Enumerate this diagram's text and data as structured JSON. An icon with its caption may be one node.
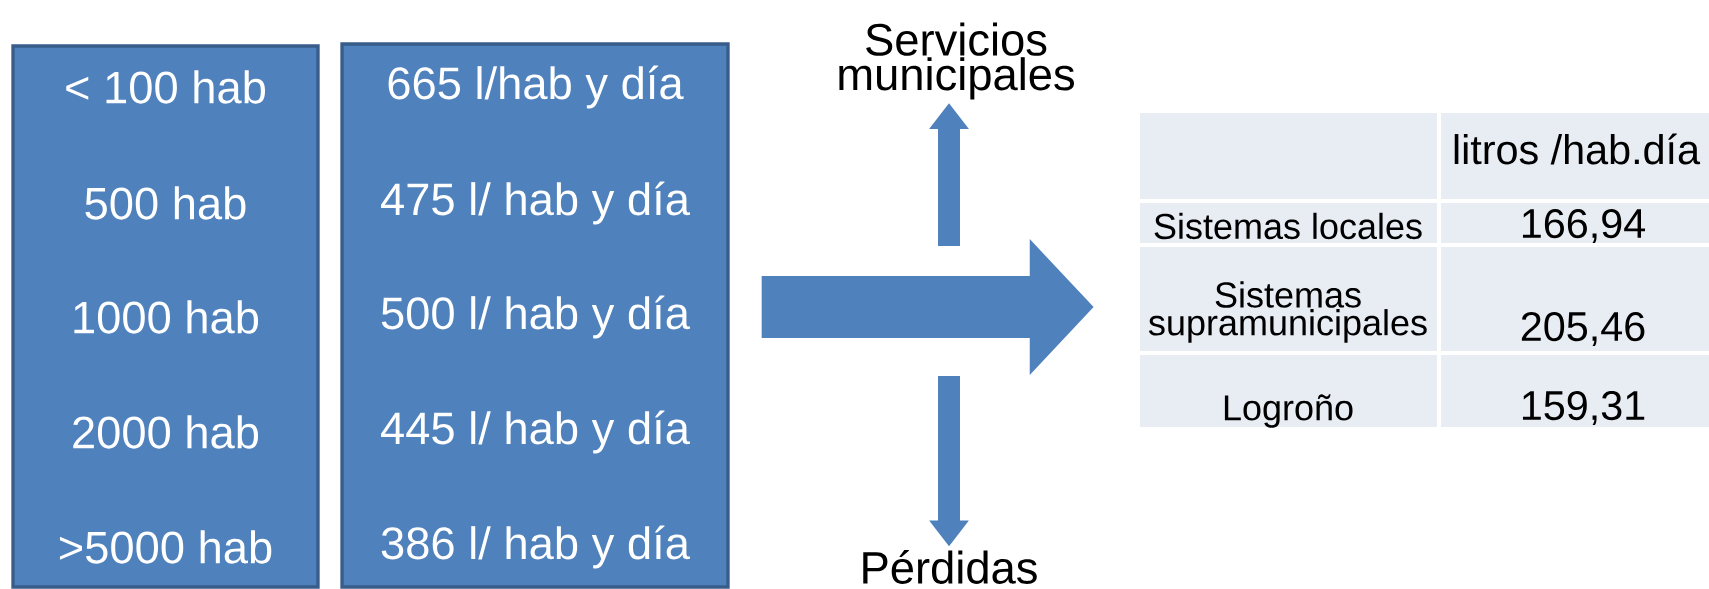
{
  "diagram": {
    "nodes": [
      {
        "text": [
          "< 100 hab",
          "500 hab",
          "1000 hab",
          "2000 hab",
          ">5000 hab"
        ]
      },
      {
        "text": [
          "665 l/hab y día",
          "475 l/ hab y día",
          "500 l/ hab y día",
          "445 l/ hab y día",
          "386 l/ hab y día"
        ]
      },
      {
        "text": [
          "Servicios municipales"
        ]
      },
      {
        "text": [
          "Pérdidas"
        ]
      },
      {
        "text": [],
        "shape": "box"
      }
    ],
    "edges": [
      {
        "from": 1,
        "to": 4,
        "arrow": "to",
        "style": "thick"
      },
      {
        "from": null,
        "to": 2,
        "arrow": "to"
      },
      {
        "from": null,
        "to": 3,
        "arrow": "to"
      }
    ],
    "labels": [
      "litros /hab.día",
      "Sistemas locales",
      "166,94",
      "Sistemas supramunicipales",
      "205,46",
      "Logroño",
      "159,31"
    ]
  }
}
